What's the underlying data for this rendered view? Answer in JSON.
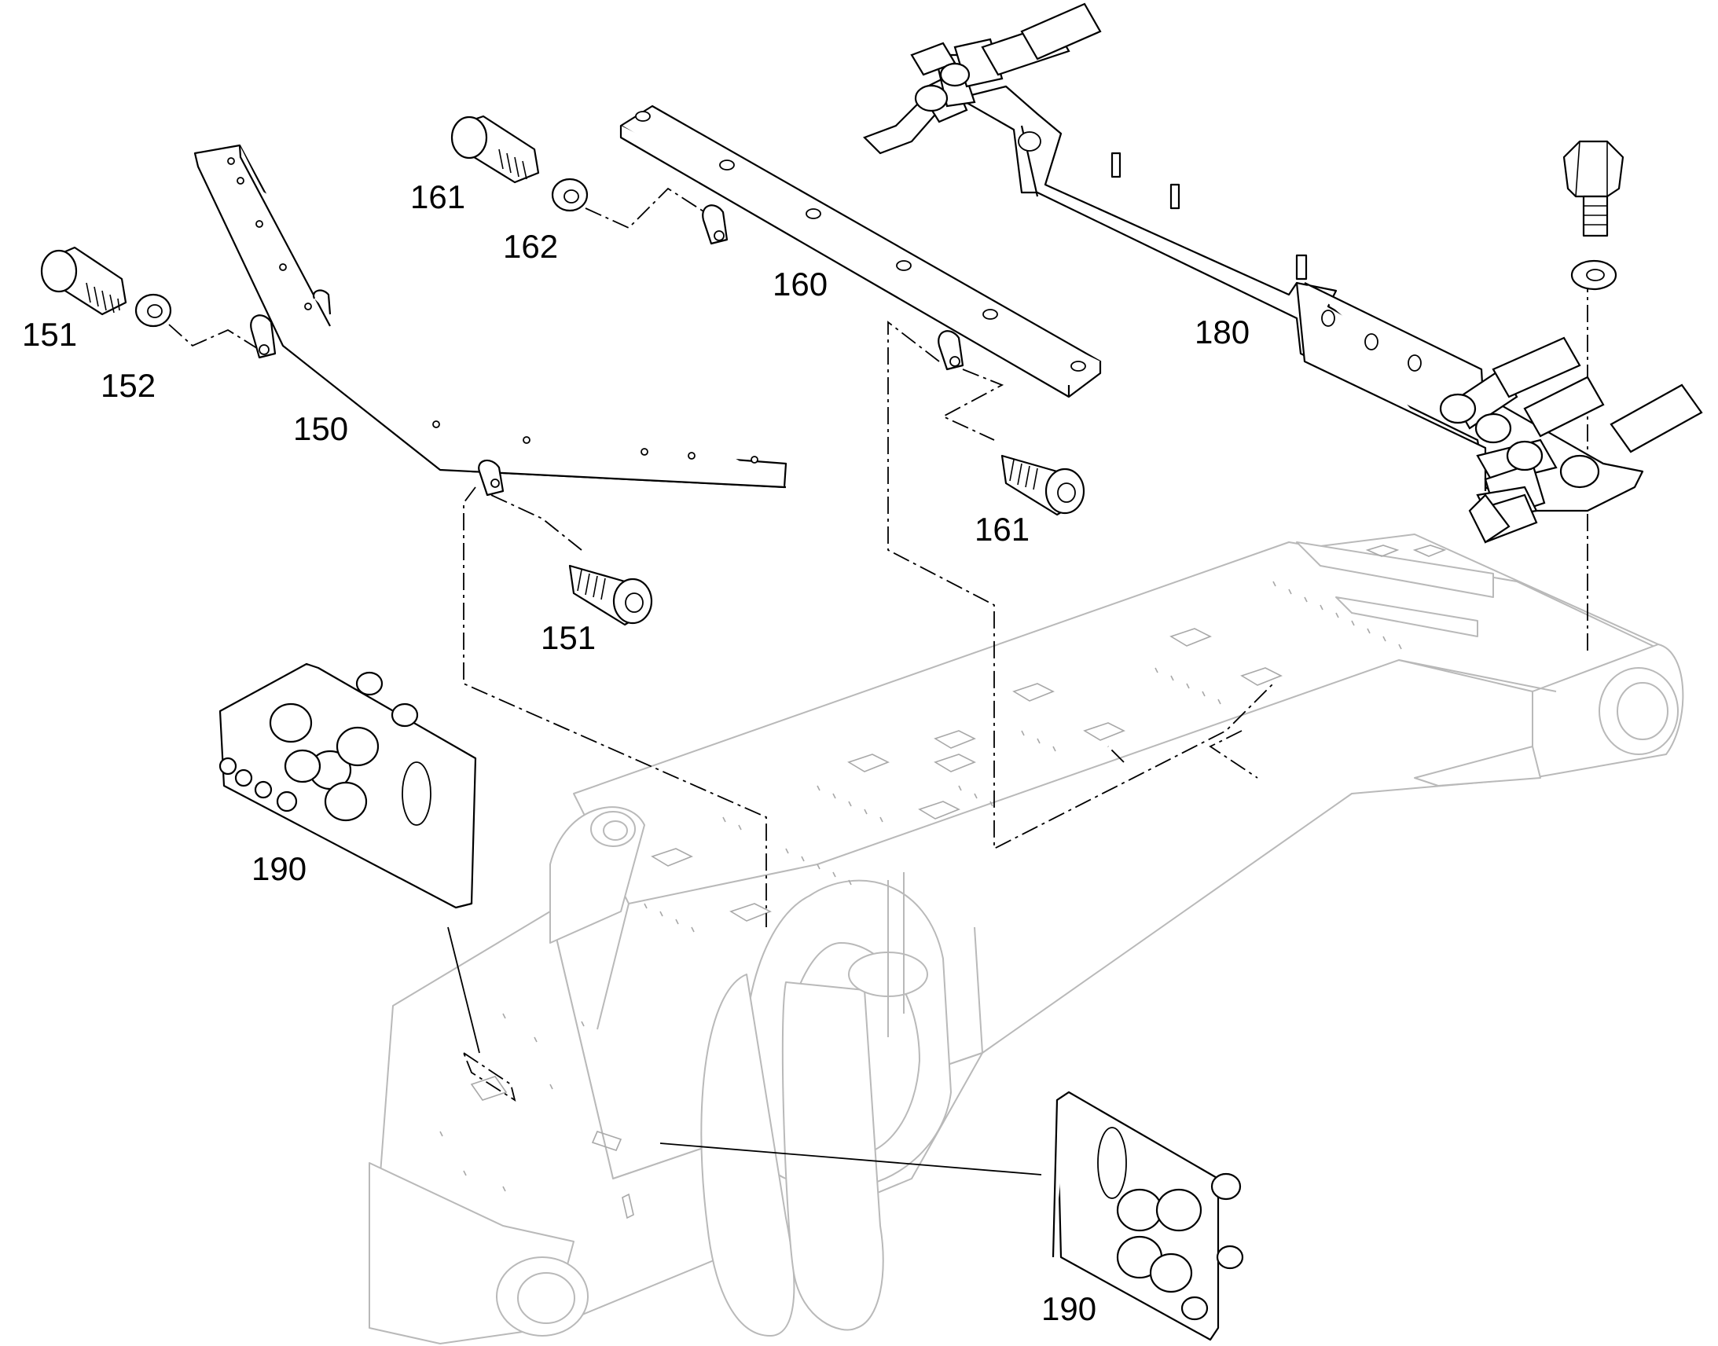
{
  "callouts": {
    "c150": "150",
    "c151a": "151",
    "c151b": "151",
    "c152": "152",
    "c160": "160",
    "c161a": "161",
    "c161b": "161",
    "c162": "162",
    "c180": "180",
    "c190a": "190",
    "c190b": "190"
  }
}
